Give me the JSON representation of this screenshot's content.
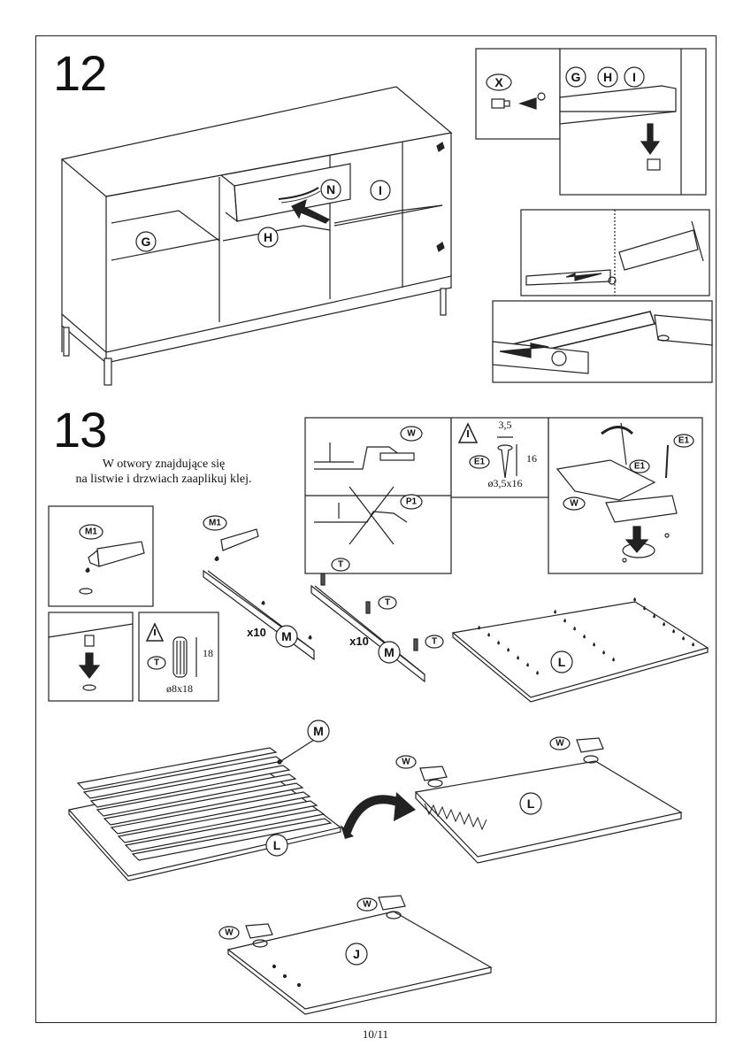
{
  "steps": {
    "step12": "12",
    "step13": "13"
  },
  "instruction": {
    "line1": "W otwory znajdujące się",
    "line2": "na listwie i drzwiach zaaplikuj klej."
  },
  "part_labels": {
    "G": "G",
    "H": "H",
    "I": "I",
    "N": "N",
    "X": "X",
    "W": "W",
    "P1": "P1",
    "E1": "E1",
    "M1": "M1",
    "T": "T",
    "M": "M",
    "L": "L",
    "J": "J"
  },
  "dimensions": {
    "screw_width": "3,5",
    "screw_length": "16",
    "screw_spec": "ø3,5x16",
    "dowel_length": "18",
    "dowel_spec": "ø8x18"
  },
  "counts": {
    "slats": "x10",
    "dowels": "x10"
  },
  "page_number": "10/11"
}
